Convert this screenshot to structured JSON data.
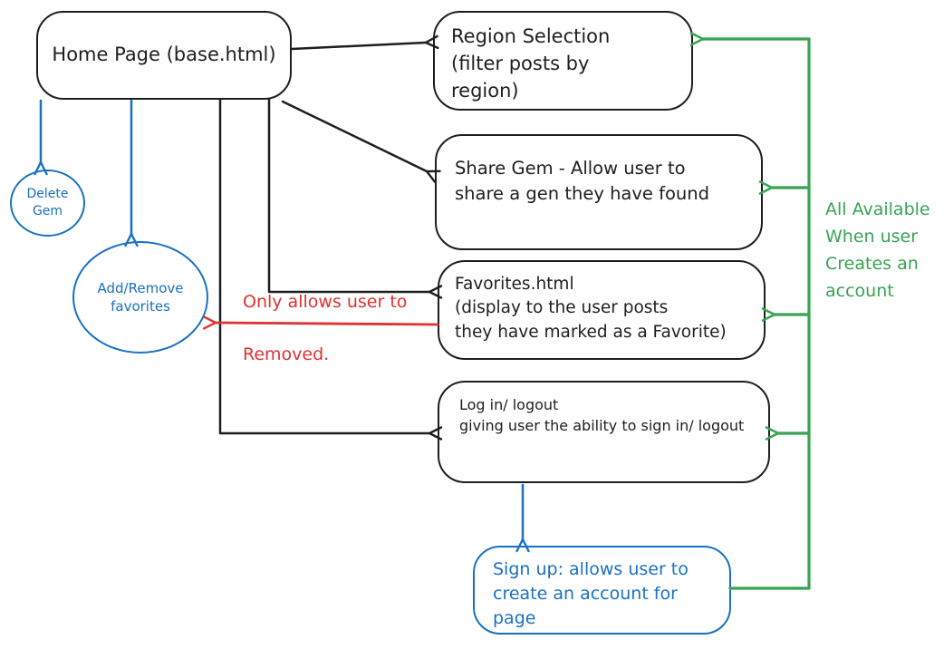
{
  "colors": {
    "stroke_black": "#1e1e1e",
    "stroke_blue": "#1971c2",
    "stroke_red": "#e03131",
    "stroke_green": "#37a353",
    "background": "#ffffff"
  },
  "nodes": {
    "home": {
      "label": "Home Page (base.html)"
    },
    "region": {
      "label": "Region Selection\n(filter posts by\nregion)"
    },
    "share": {
      "label": "Share Gem - Allow user to\nshare a gen they have found"
    },
    "favorites": {
      "label": "Favorites.html\n(display to the user posts\nthey have marked as a Favorite)"
    },
    "login": {
      "label": "Log in/ logout\ngiving user the ability to sign in/ logout"
    },
    "signup": {
      "label": "Sign up: allows user to\ncreate an account for\npage"
    },
    "delete_gem": {
      "label": "Delete\nGem"
    },
    "add_remove": {
      "label": "Add/Remove\nfavorites"
    }
  },
  "notes": {
    "restriction_line1": "Only allows user to",
    "restriction_line2": "Removed.",
    "availability": "All Available\nWhen user\nCreates an\naccount"
  },
  "edges": [
    {
      "from": "home",
      "to": "region",
      "color": "black"
    },
    {
      "from": "home",
      "to": "share",
      "color": "black"
    },
    {
      "from": "home",
      "to": "favorites",
      "color": "black"
    },
    {
      "from": "home",
      "to": "login",
      "color": "black"
    },
    {
      "from": "home",
      "to": "delete_gem",
      "color": "blue"
    },
    {
      "from": "home",
      "to": "add_remove",
      "color": "blue"
    },
    {
      "from": "login",
      "to": "signup",
      "color": "blue"
    },
    {
      "from": "favorites",
      "to": "add_remove",
      "color": "red"
    },
    {
      "from": "signup",
      "to": "region",
      "color": "green"
    },
    {
      "from": "signup",
      "to": "share",
      "color": "green"
    },
    {
      "from": "signup",
      "to": "favorites",
      "color": "green"
    },
    {
      "from": "signup",
      "to": "login",
      "color": "green"
    }
  ]
}
